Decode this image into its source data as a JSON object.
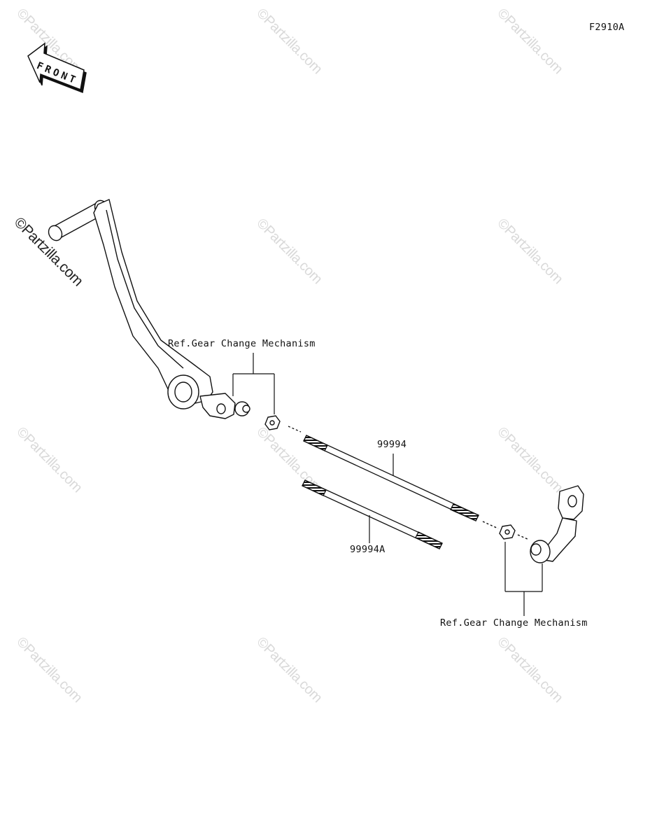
{
  "figure_code": "F2910A",
  "front_label": "FRONT",
  "watermark_text": "©Partzilla.com",
  "parts": [
    {
      "id": "rod-long",
      "number": "99994"
    },
    {
      "id": "rod-short",
      "number": "99994A"
    }
  ],
  "references": [
    {
      "id": "ref-upper",
      "text": "Ref.Gear Change Mechanism"
    },
    {
      "id": "ref-lower",
      "text": "Ref.Gear Change Mechanism"
    }
  ],
  "colors": {
    "line": "#111111",
    "watermark": "#d9d9d9"
  }
}
